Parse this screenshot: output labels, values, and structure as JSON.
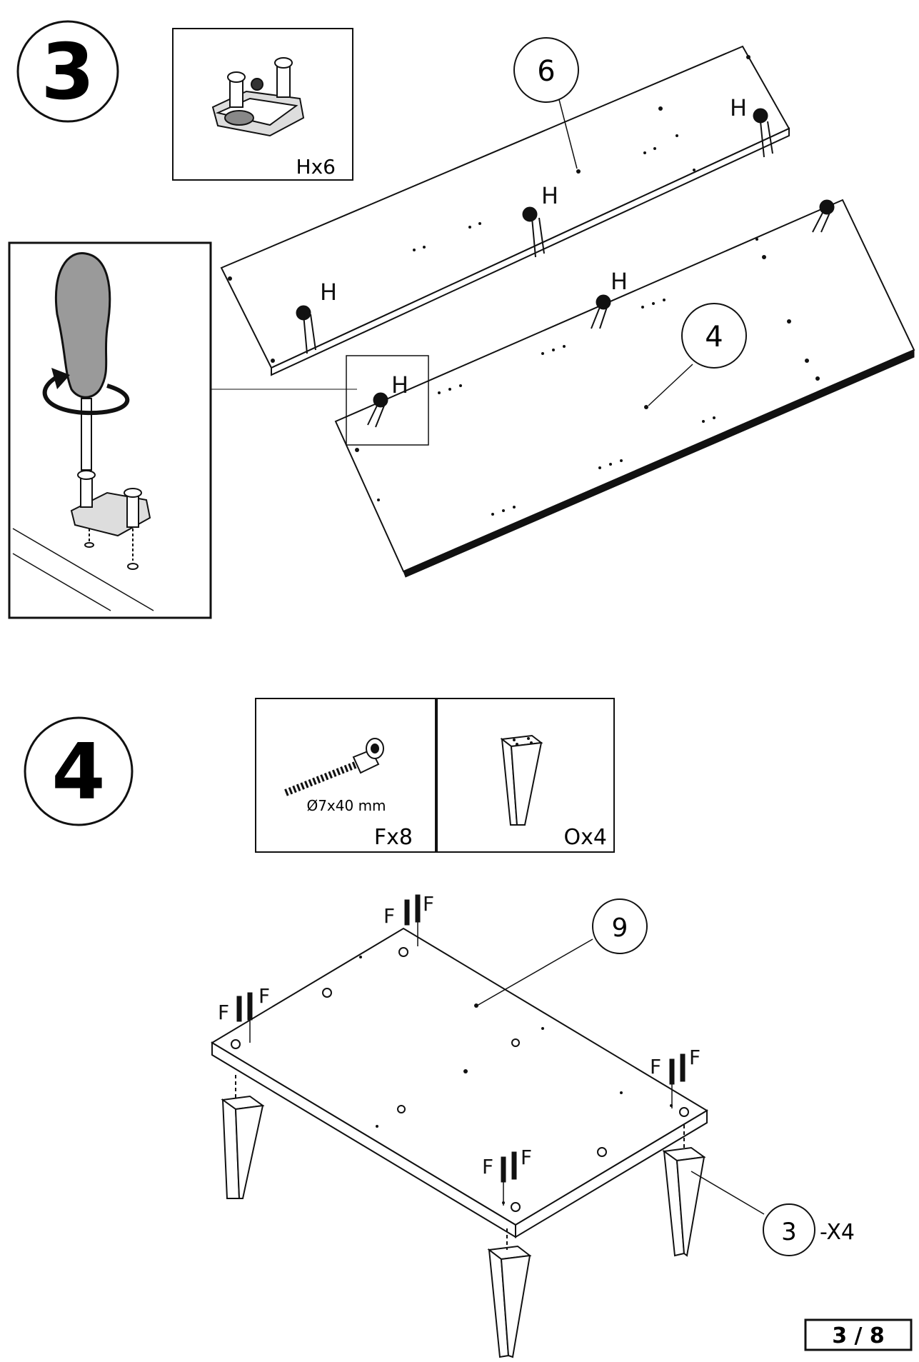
{
  "step3": {
    "number": "3",
    "hardware": {
      "label": "Hx6",
      "icon": "hinge-plate-icon"
    },
    "part_top": "6",
    "part_bottom": "4",
    "hinge_label": "H",
    "tool_icon": "screwdriver-icon"
  },
  "step4": {
    "number": "4",
    "hardware": [
      {
        "label": "Fx8",
        "dimension": "Ø7x40 mm",
        "icon": "screw-icon"
      },
      {
        "label": "Ox4",
        "icon": "table-leg-icon"
      }
    ],
    "part_top": "9",
    "part_leg": "3",
    "leg_count": "-X4",
    "screw_label": "F"
  },
  "page": {
    "number": "3 / 8"
  }
}
